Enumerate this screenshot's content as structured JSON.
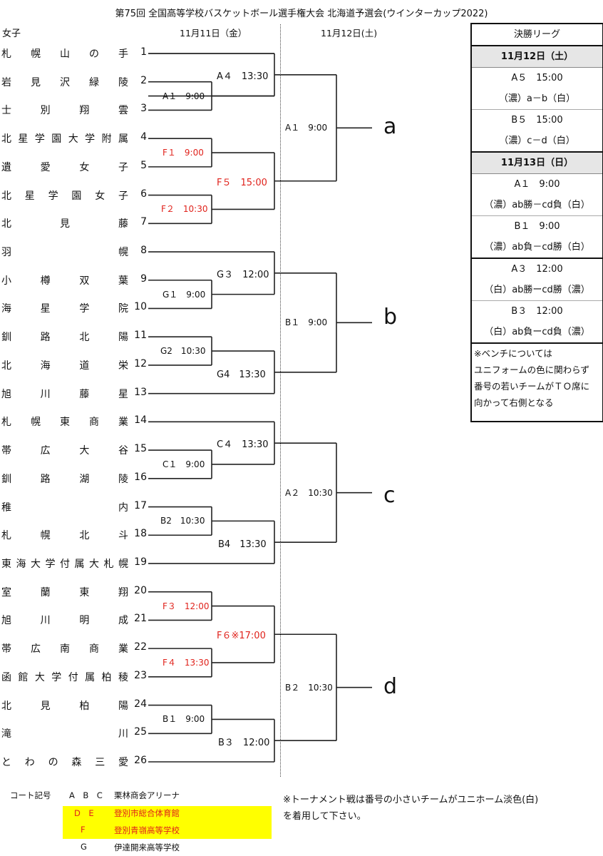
{
  "title": "第75回 全国高等学校バスケットボール選手権大会 北海道予選会(ウインターカップ2022)",
  "division": "女子",
  "dates": {
    "day1": "11月11日（金）",
    "day2": "11月12日(土)"
  },
  "teams": [
    {
      "seed": "1",
      "chars": [
        "札",
        "幌",
        "山",
        "の",
        "手"
      ]
    },
    {
      "seed": "2",
      "chars": [
        "岩",
        "見",
        "沢",
        "緑",
        "陵"
      ]
    },
    {
      "seed": "3",
      "chars": [
        "士",
        "別",
        "翔",
        "雲"
      ]
    },
    {
      "seed": "4",
      "chars": [
        "北",
        "星",
        "学",
        "園",
        "大",
        "学",
        "附",
        "属"
      ]
    },
    {
      "seed": "5",
      "chars": [
        "遺",
        "愛",
        "女",
        "子"
      ]
    },
    {
      "seed": "6",
      "chars": [
        "北",
        "星",
        "学",
        "園",
        "女",
        "子"
      ]
    },
    {
      "seed": "7",
      "chars": [
        "北",
        "見",
        "藤"
      ]
    },
    {
      "seed": "8",
      "chars": [
        "羽",
        "幌"
      ]
    },
    {
      "seed": "9",
      "chars": [
        "小",
        "樽",
        "双",
        "葉"
      ]
    },
    {
      "seed": "10",
      "chars": [
        "海",
        "星",
        "学",
        "院"
      ]
    },
    {
      "seed": "11",
      "chars": [
        "釧",
        "路",
        "北",
        "陽"
      ]
    },
    {
      "seed": "12",
      "chars": [
        "北",
        "海",
        "道",
        "栄"
      ]
    },
    {
      "seed": "13",
      "chars": [
        "旭",
        "川",
        "藤",
        "星"
      ]
    },
    {
      "seed": "14",
      "chars": [
        "札",
        "幌",
        "東",
        "商",
        "業"
      ]
    },
    {
      "seed": "15",
      "chars": [
        "帯",
        "広",
        "大",
        "谷"
      ]
    },
    {
      "seed": "16",
      "chars": [
        "釧",
        "路",
        "湖",
        "陵"
      ]
    },
    {
      "seed": "17",
      "chars": [
        "稚",
        "内"
      ]
    },
    {
      "seed": "18",
      "chars": [
        "札",
        "幌",
        "北",
        "斗"
      ]
    },
    {
      "seed": "19",
      "chars": [
        "東",
        "海",
        "大",
        "学",
        "付",
        "属",
        "大",
        "札",
        "幌"
      ]
    },
    {
      "seed": "20",
      "chars": [
        "室",
        "蘭",
        "東",
        "翔"
      ]
    },
    {
      "seed": "21",
      "chars": [
        "旭",
        "川",
        "明",
        "成"
      ]
    },
    {
      "seed": "22",
      "chars": [
        "帯",
        "広",
        "南",
        "商",
        "業"
      ]
    },
    {
      "seed": "23",
      "chars": [
        "函",
        "館",
        "大",
        "学",
        "付",
        "属",
        "柏",
        "稜"
      ]
    },
    {
      "seed": "24",
      "chars": [
        "北",
        "見",
        "柏",
        "陽"
      ]
    },
    {
      "seed": "25",
      "chars": [
        "滝",
        "川"
      ]
    },
    {
      "seed": "26",
      "chars": [
        "と",
        "わ",
        "の",
        "森",
        "三",
        "愛"
      ]
    }
  ],
  "matches": [
    {
      "id": "m-a1",
      "label": "A１　9:00",
      "red": false
    },
    {
      "id": "m-a4",
      "label": "A４　13:30",
      "red": false
    },
    {
      "id": "m-f1",
      "label": "F１　9:00",
      "red": true
    },
    {
      "id": "m-f2",
      "label": "F２　10:30",
      "red": true
    },
    {
      "id": "m-f5",
      "label": "F５　15:00",
      "red": true
    },
    {
      "id": "m-g1",
      "label": "G１　9:00",
      "red": false
    },
    {
      "id": "m-g3",
      "label": "G３　12:00",
      "red": false
    },
    {
      "id": "m-g2",
      "label": "G2　10:30",
      "red": false
    },
    {
      "id": "m-g4",
      "label": "G4　13:30",
      "red": false
    },
    {
      "id": "m-c1",
      "label": "C１　9:00",
      "red": false
    },
    {
      "id": "m-c4",
      "label": "C４　13:30",
      "red": false
    },
    {
      "id": "m-b2",
      "label": "B2　10:30",
      "red": false
    },
    {
      "id": "m-b4",
      "label": "B4　13:30",
      "red": false
    },
    {
      "id": "m-f3",
      "label": "F３　12:00",
      "red": true
    },
    {
      "id": "m-f4",
      "label": "F４　13:30",
      "red": true
    },
    {
      "id": "m-f6",
      "label": "F６※17:00",
      "red": true
    },
    {
      "id": "m-b1",
      "label": "B１　9:00",
      "red": false
    },
    {
      "id": "m-b3",
      "label": "B３　12:00",
      "red": false
    },
    {
      "id": "m-sa",
      "label": "A１　9:00",
      "red": false
    },
    {
      "id": "m-sb",
      "label": "B１　9:00",
      "red": false
    },
    {
      "id": "m-sc",
      "label": "A２　10:30",
      "red": false
    },
    {
      "id": "m-sd",
      "label": "B２　10:30",
      "red": false
    }
  ],
  "groups": [
    "a",
    "b",
    "c",
    "d"
  ],
  "league": {
    "title": "決勝リーグ",
    "day1": "11月12日（土）",
    "day1_games": [
      {
        "time": "A５　15:00",
        "pair": "（濃）a－b（白）"
      },
      {
        "time": "B５　15:00",
        "pair": "（濃）c－d（白）"
      }
    ],
    "day2": "11月13日（日）",
    "day2_games": [
      {
        "time": "A１　9:00",
        "pair": "（濃）ab勝－cd負（白）"
      },
      {
        "time": "B１　9:00",
        "pair": "（濃）ab負－cd勝（白）"
      },
      {
        "time": "A３　12:00",
        "pair": "（白）ab勝ーcd勝（濃）"
      },
      {
        "time": "B３　12:00",
        "pair": "（白）ab負ーcd負（濃）"
      }
    ],
    "note": [
      "※ベンチについては",
      "ユニフォームの色に関わらず",
      "番号の若いチームがＴＯ席に",
      "向かって右側となる"
    ]
  },
  "courts": {
    "label": "コート記号",
    "rows": [
      {
        "codes": "A　B　C",
        "venue": "栗林商会アリーナ",
        "highlight": false
      },
      {
        "codes": "D　E",
        "venue": "登別市総合体育館",
        "highlight": true
      },
      {
        "codes": "F",
        "venue": "登別青嶺高等学校",
        "highlight": true
      },
      {
        "codes": "G",
        "venue": "伊達開来高等学校",
        "highlight": false
      }
    ],
    "highlight_color": "#ffff00",
    "highlight_text_color": "#e0221b"
  },
  "footnote": [
    "※トーナメント戦は番号の小さいチームがユニホーム淡色(白)",
    "を着用して下さい。"
  ]
}
